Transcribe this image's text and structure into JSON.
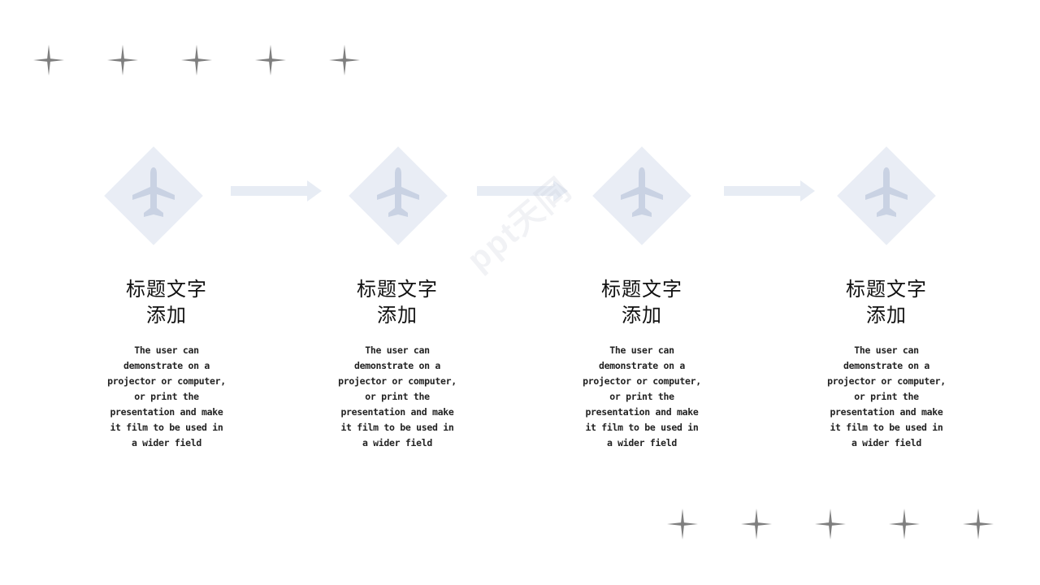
{
  "colors": {
    "sparkle": "#7f7f7f",
    "icon_bg": "#e9edf5",
    "icon_fg": "#c9d2e3",
    "arrow": "#e7ecf4",
    "text": "#111111"
  },
  "decorations": {
    "top_sparkle_count": 5,
    "bottom_sparkle_count": 5,
    "sparkle_icon": "four-point-star",
    "step_icon": "airplane",
    "watermark_text": "ppt天同"
  },
  "steps": [
    {
      "title_line1": "标题文字",
      "title_line2": "添加",
      "description": "The user can demonstrate on a projector or computer, or print the presentation and make it film to be used in a wider field"
    },
    {
      "title_line1": "标题文字",
      "title_line2": "添加",
      "description": "The user can demonstrate on a projector or computer, or print the presentation and make it film to be used in a wider field"
    },
    {
      "title_line1": "标题文字",
      "title_line2": "添加",
      "description": "The user can demonstrate on a projector or computer, or print the presentation and make it film to be used in a wider field"
    },
    {
      "title_line1": "标题文字",
      "title_line2": "添加",
      "description": "The user can demonstrate on a projector or computer, or print the presentation and make it film to be used in a wider field"
    }
  ]
}
